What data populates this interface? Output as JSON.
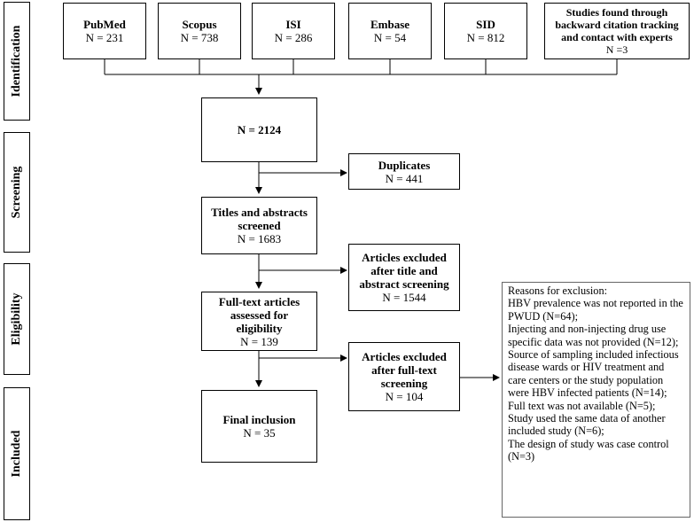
{
  "phases": {
    "identification": "Identification",
    "screening": "Screening",
    "eligibility": "Eligibility",
    "included": "Included"
  },
  "sources": [
    {
      "name": "PubMed",
      "count": "N = 231"
    },
    {
      "name": "Scopus",
      "count": "N = 738"
    },
    {
      "name": "ISI",
      "count": "N = 286"
    },
    {
      "name": "Embase",
      "count": "N = 54"
    },
    {
      "name": "SID",
      "count": "N = 812"
    },
    {
      "name": "Studies found through backward citation tracking and contact with experts",
      "count": "N =3"
    }
  ],
  "total": {
    "label": "N = 2124"
  },
  "duplicates": {
    "title": "Duplicates",
    "count": "N = 441"
  },
  "titles_screened": {
    "title": "Titles and abstracts screened",
    "count": "N = 1683"
  },
  "excluded_title": {
    "title": "Articles excluded after title and abstract screening",
    "count": "N = 1544"
  },
  "fulltext_assessed": {
    "title": "Full-text articles assessed for eligibility",
    "count": "N = 139"
  },
  "excluded_fulltext": {
    "title": "Articles excluded after full-text screening",
    "count": "N = 104"
  },
  "final_inclusion": {
    "title": "Final inclusion",
    "count": "N = 35"
  },
  "reasons": {
    "heading": "Reasons for exclusion:",
    "items": [
      "HBV prevalence was not reported in the PWUD (N=64);",
      "Injecting and non-injecting drug use specific data was not provided (N=12);",
      "Source of sampling included infectious disease wards or HIV treatment and care centers or the study population were HBV infected patients (N=14);",
      "Full text was not available (N=5);",
      "Study used the same data of another included study (N=6);",
      "The design of study was case control (N=3)"
    ]
  }
}
